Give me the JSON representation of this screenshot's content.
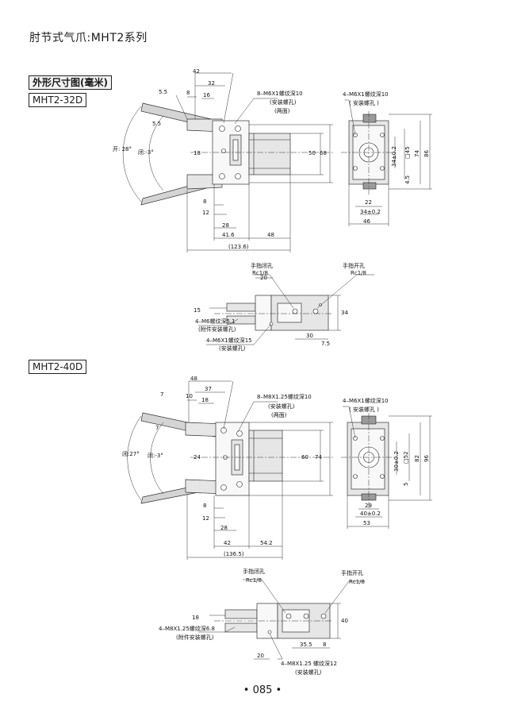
{
  "page": {
    "title": "肘节式气爪:MHT2系列",
    "section_heading": "外形尺寸图(毫米)",
    "page_number": "• 085 •"
  },
  "mht2_32d": {
    "model": "MHT2-32D",
    "front": {
      "dims_top": [
        "42",
        "32",
        "8",
        "16",
        "5.5",
        "5.5"
      ],
      "angle_open": "开: 28°",
      "angle_close": "闭:-3°",
      "label_18": "18",
      "height_50": "50",
      "height_68": "68",
      "note_title": "8–M6X1螺纹深10",
      "note_sub1": "(安装螺孔)",
      "note_sub2": "(两面)",
      "dims_bottom": [
        "8",
        "12",
        "28",
        "41.6",
        "48",
        "(123.6)"
      ]
    },
    "side": {
      "note_title": "4–M6X1螺纹深10",
      "note_sub": "( 安装螺孔 )",
      "dim_34": "34±0.2",
      "dim_45": "□45",
      "dim_74": "74",
      "dim_86": "86",
      "dim_45b": "4.5",
      "dim_22": "22",
      "dim_34b": "34±0.2",
      "dim_46": "46"
    },
    "top": {
      "port_close": "手指闭孔",
      "port_close_size": "Rc1/8",
      "port_open": "手指开孔",
      "port_open_size": "Rc1/8",
      "dim_20": "20",
      "dim_15": "15",
      "dim_34": "34",
      "dim_30": "30",
      "dim_75": "7.5",
      "note_finger": "4–M6螺纹深5.1",
      "note_finger_sub": "(附件安装螺孔)",
      "note_mount": "4–M6X1螺纹深15",
      "note_mount_sub": "(安装螺孔)"
    }
  },
  "mht2_40d": {
    "model": "MHT2-40D",
    "front": {
      "dims_top": [
        "48",
        "37",
        "10",
        "18",
        "7",
        "7"
      ],
      "angle_open": "闭:27°",
      "angle_close": "闭:-3°",
      "label_24": "24",
      "height_60": "60",
      "height_74": "74",
      "note_title": "8–M8X1.25螺纹深10",
      "note_sub1": "(安装螺孔)",
      "note_sub2": "(两面)",
      "dims_bottom": [
        "8",
        "12",
        "28",
        "42",
        "54.2",
        "(136.5)"
      ]
    },
    "side": {
      "note_title": "4–M6X1螺纹深10",
      "note_sub": "( 安装螺孔 )",
      "dim_30": "30±0.2",
      "dim_52": "□52",
      "dim_82": "82",
      "dim_96": "96",
      "dim_5": "5",
      "dim_29": "29",
      "dim_40": "40±0.2",
      "dim_53": "53"
    },
    "top": {
      "port_close": "手指闭孔",
      "port_close_size": "Rc1/8",
      "port_open": "手指开孔",
      "port_open_size": "Rc1/8",
      "dim_18": "18",
      "dim_40": "40",
      "dim_355": "35.5",
      "dim_8": "8",
      "dim_20": "20",
      "note_finger": "4–M8X1.25螺纹深6.8",
      "note_finger_sub": "(附件安装螺孔)",
      "note_mount": "4–M8X1.25 螺纹深12",
      "note_mount_sub": "(安装螺孔)"
    }
  }
}
